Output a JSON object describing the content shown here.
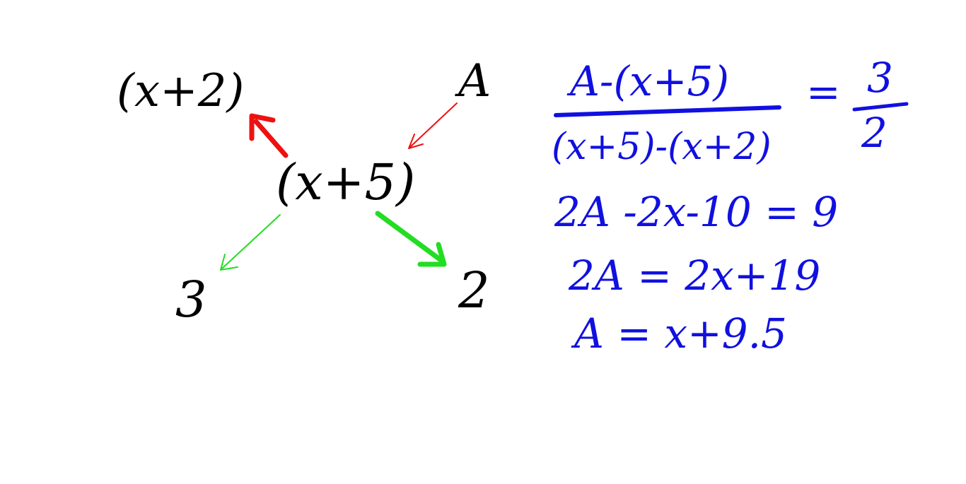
{
  "diagram": {
    "nodes": {
      "top_left": "(x+2)",
      "top_right": "A",
      "center": "(x+5)",
      "bottom_left": "3",
      "bottom_right": "2"
    }
  },
  "equations": {
    "fraction_numerator": "A-(x+5)",
    "fraction_denominator": "(x+5)-(x+2)",
    "equals": "=",
    "rhs_numerator": "3",
    "rhs_denominator": "2",
    "line1": "2A -2x-10 = 9",
    "line2": "2A = 2x+19",
    "line3": "A = x+9.5"
  },
  "colors": {
    "ink_black": "#000000",
    "ink_blue": "#1010e0",
    "arrow_red": "#ee1111",
    "arrow_green": "#22dd22"
  }
}
